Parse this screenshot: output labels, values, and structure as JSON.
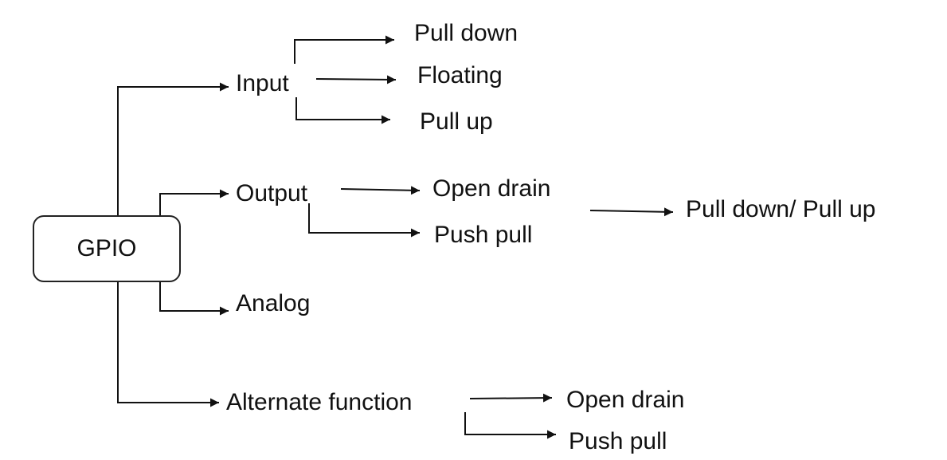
{
  "diagram": {
    "root": "GPIO",
    "modes": {
      "input": {
        "label": "Input",
        "options": [
          "Pull down",
          "Floating",
          "Pull up"
        ]
      },
      "output": {
        "label": "Output",
        "options": [
          "Open drain",
          "Push pull"
        ],
        "open_drain_option": "Pull down/ Pull up"
      },
      "analog": {
        "label": "Analog"
      },
      "alternate": {
        "label": "Alternate function",
        "options": [
          "Open drain",
          "Push pull"
        ]
      }
    }
  }
}
